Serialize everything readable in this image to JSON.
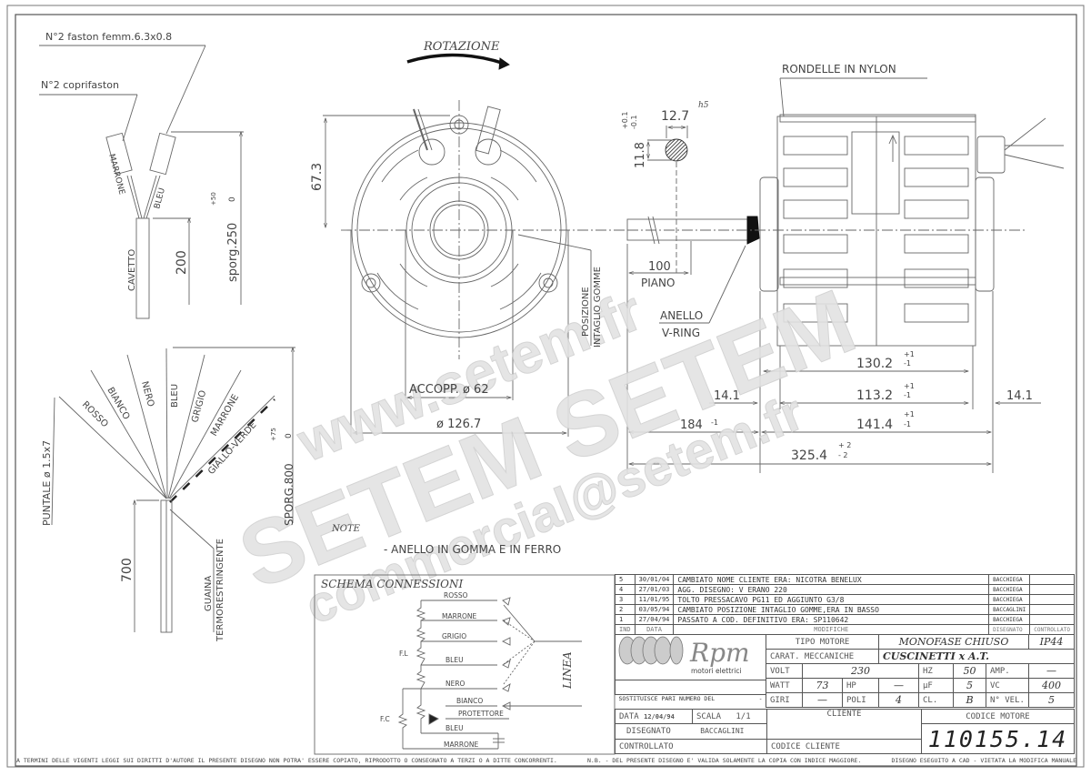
{
  "labels": {
    "faston": "N°2 faston femm.6.3x0.8",
    "coprifaston": "N°2 coprifaston",
    "marrone": "MARRONE",
    "bleu": "BLEU",
    "cavetto": "CAVETTO",
    "dim_200": "200",
    "sporg_250": "sporg.250",
    "sporg_250_tol_top": "+50",
    "sporg_250_tol_bot": "0",
    "rotazione": "ROTAZIONE",
    "dim_67_3": "67.3",
    "posizione_intaglio": "POSIZIONE",
    "intaglio_gomme": "INTAGLIO GOMME",
    "accopp": "ACCOPP. ø 62",
    "diam_126_7": "ø 126.7",
    "shaft_12_7": "12.7",
    "shaft_h5": "h5",
    "shaft_11_8": "11.8",
    "shaft_tol_top": "+0.1",
    "shaft_tol_bot": "-0.1",
    "dim_100": "100",
    "piano": "PIANO",
    "anello": "ANELLO",
    "v_ring": "V-RING",
    "rondelle": "RONDELLE IN NYLON",
    "dim_130_2": "130.2",
    "dim_113_2": "113.2",
    "dim_14_1_left": "14.1",
    "dim_14_1_right": "14.1",
    "dim_184": "184",
    "dim_141_4": "141.4",
    "dim_325_4": "325.4",
    "tol_p1": "+1",
    "tol_m1": "-1",
    "tol_p2": "+ 2",
    "tol_m2": "- 2",
    "puntale": "PUNTALE ø 1.5x7",
    "wire_rosso": "ROSSO",
    "wire_bianco": "BIANCO",
    "wire_nero": "NERO",
    "wire_bleu": "BLEU",
    "wire_grigio": "GRIGIO",
    "wire_marrone": "MARRONE",
    "wire_giallo_verde": "GIALLO-VERDE",
    "sporg_800": "SPORG.800",
    "sporg_800_tol_top": "+75",
    "sporg_800_tol_bot": "0",
    "dim_700": "700",
    "guaina": "GUAINA",
    "termorestringente": "TERMORESTRINGENTE",
    "note_title": "NOTE",
    "note_1": "- ANELLO IN GOMMA E IN FERRO"
  },
  "watermark": {
    "line1": "www.setem.fr",
    "line2": "SETEM SETEM",
    "line3": "commercial@setem.fr"
  },
  "schema": {
    "title": "SCHEMA CONNESSIONI",
    "wires": [
      "ROSSO",
      "MARRONE",
      "GRIGIO",
      "BLEU",
      "NERO",
      "BIANCO",
      "PROTETTORE",
      "BLEU",
      "MARRONE"
    ],
    "fl": "F.L",
    "fc": "F.C",
    "linea": "LINEA"
  },
  "revisions": {
    "rows": [
      {
        "ind": "5",
        "data": "30/01/04",
        "modifiche": "CAMBIATO NOME CLIENTE ERA: NICOTRA BENELUX",
        "disegnato": "BACCHIEGA",
        "controllato": ""
      },
      {
        "ind": "4",
        "data": "27/01/03",
        "modifiche": "AGG. DISEGNO: V ERANO 220",
        "disegnato": "BACCHIEGA",
        "controllato": ""
      },
      {
        "ind": "3",
        "data": "11/01/95",
        "modifiche": "TOLTO PRESSACAVO PG11 ED AGGIUNTO G3/8",
        "disegnato": "BACCHIEGA",
        "controllato": ""
      },
      {
        "ind": "2",
        "data": "03/05/94",
        "modifiche": "CAMBIATO POSIZIONE INTAGLIO GOMME,ERA IN BASSO",
        "disegnato": "BACCAGLINI",
        "controllato": ""
      },
      {
        "ind": "1",
        "data": "27/04/94",
        "modifiche": "PASSATO A COD. DEFINITIVO ERA: SP110642",
        "disegnato": "BACCHIEGA",
        "controllato": ""
      }
    ],
    "headers": {
      "ind": "IND",
      "data": "DATA",
      "modifiche": "MODIFICHE",
      "disegnato": "DISEGNATO",
      "controllato": "CONTROLLATO"
    }
  },
  "titleblock": {
    "logo_text": "Rpm",
    "logo_sub": "motori elettrici",
    "tipo_motore_label": "TIPO MOTORE",
    "tipo_motore": "MONOFASE CHIUSO",
    "ip": "IP44",
    "carat_label": "CARAT. MECCANICHE",
    "carat": "CUSCINETTI x A.T.",
    "volt_label": "VOLT",
    "volt": "230",
    "hz_label": "HZ",
    "hz": "50",
    "amp_label": "AMP.",
    "amp": "—",
    "watt_label": "WATT",
    "watt": "73",
    "hp_label": "HP",
    "hp": "—",
    "uf_label": "µF",
    "uf": "5",
    "vc_label": "VC",
    "vc": "400",
    "sostituisce_label": "SOSTITUISCE PARI NUMERO DEL",
    "sostituisce": "-",
    "giri_label": "GIRI",
    "giri": "—",
    "poli_label": "POLI",
    "poli": "4",
    "cl_label": "CL.",
    "cl": "B",
    "nvel_label": "N° VEL.",
    "nvel": "5",
    "data_label": "DATA",
    "data": "12/04/94",
    "scala_label": "SCALA",
    "scala": "1/1",
    "cliente_label": "CLIENTE",
    "codice_motore_label": "CODICE MOTORE",
    "codice_motore": "110155.14",
    "disegnato_label": "DISEGNATO",
    "disegnato": "BACCAGLINI",
    "controllato_label": "CONTROLLATO",
    "codice_cliente_label": "CODICE CLIENTE"
  },
  "footer": {
    "left": "A TERMINI DELLE VIGENTI LEGGI SUI DIRITTI D'AUTORE IL PRESENTE DISEGNO NON POTRA' ESSERE COPIATO, RIPRODOTTO O CONSEGNATO A TERZI O A DITTE CONCORRENTI.",
    "middle": "N.B. - DEL PRESENTE DISEGNO E' VALIDA SOLAMENTE LA COPIA CON INDICE MAGGIORE.",
    "right": "DISEGNO ESEGUITO A CAD - VIETATA LA MODIFICA MANUALE"
  }
}
